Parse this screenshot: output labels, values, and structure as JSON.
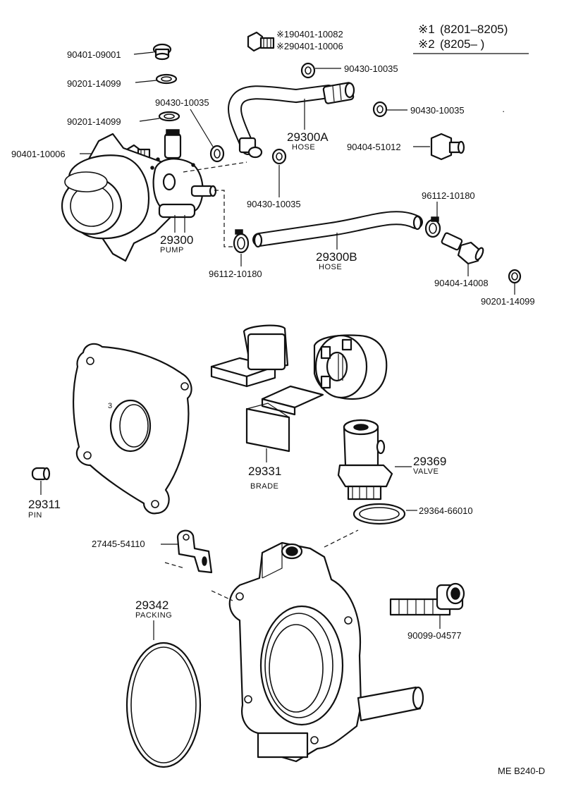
{
  "legend": {
    "row1_mark": "※1",
    "row1_range": "(8201–8205)",
    "row2_mark": "※2",
    "row2_range": "(8205–        )"
  },
  "labels": {
    "p90401_10082": "※190401-10082",
    "p90401_10006_alt": "※290401-10006",
    "p90401_09001": "90401-09001",
    "p90201_14099_a": "90201-14099",
    "p90201_14099_b": "90201-14099",
    "p90430_10035_a": "90430-10035",
    "p90430_10035_b": "90430-10035",
    "p90430_10035_c": "90430-10035",
    "p90430_10035_d": "90430-10035",
    "p90401_10006": "90401-10006",
    "p29300A": "29300A",
    "p29300A_name": "HOSE",
    "p90404_51012": "90404-51012",
    "p29300": "29300",
    "p29300_name": "PUMP",
    "p96112_10180_a": "96112-10180",
    "p96112_10180_b": "96112-10180",
    "p29300B": "29300B",
    "p29300B_name": "HOSE",
    "p90404_14008": "90404-14008",
    "p90201_14099_c": "90201-14099",
    "p29369": "29369",
    "p29369_name": "VALVE",
    "p29331": "29331",
    "p29331_name": "BRADE",
    "p29311": "29311",
    "p29311_name": "PIN",
    "p29364_66010": "29364-66010",
    "p27445_54110": "27445-54110",
    "p29342": "29342",
    "p29342_name": "PACKING",
    "p90099_04577": "90099-04577",
    "plate_mark": "3",
    "footer_code": "ME  B240-D"
  }
}
